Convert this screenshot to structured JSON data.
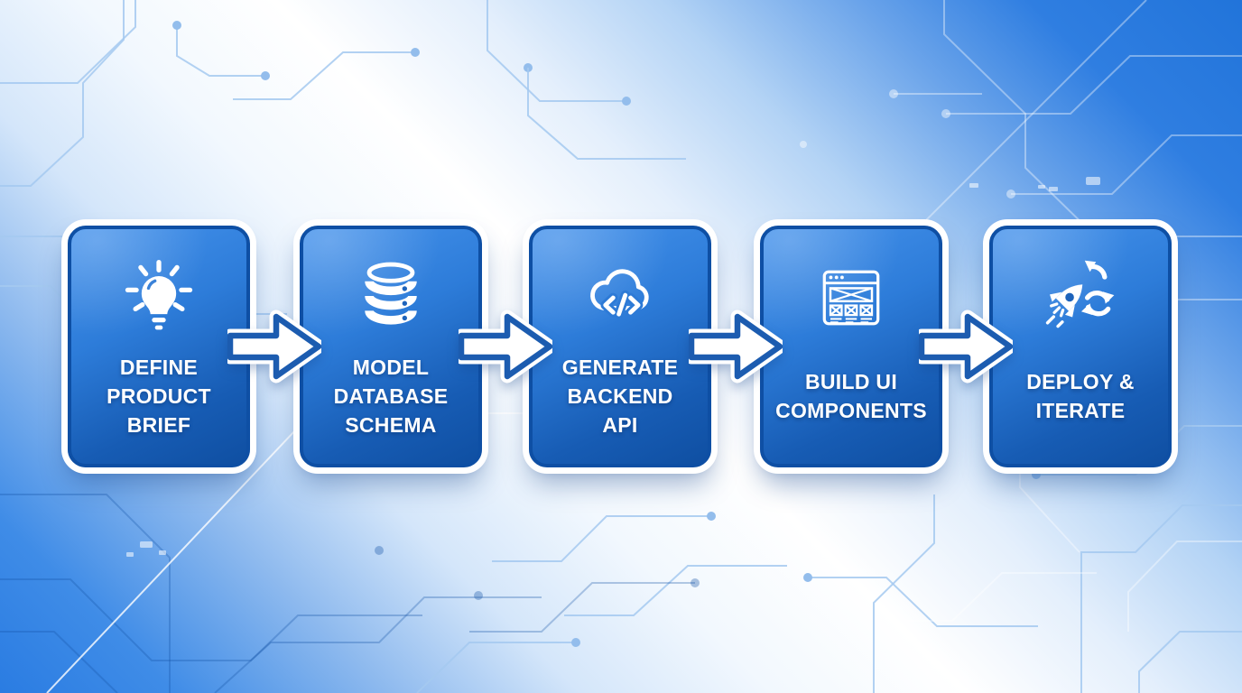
{
  "diagram": {
    "type": "process-flow",
    "direction": "left-to-right",
    "connector": "arrow-right",
    "steps": [
      {
        "label": "DEFINE\nPRODUCT\nBRIEF",
        "icon": "lightbulb-icon"
      },
      {
        "label": "MODEL\nDATABASE\nSCHEMA",
        "icon": "database-icon"
      },
      {
        "label": "GENERATE\nBACKEND\nAPI",
        "icon": "cloud-code-icon"
      },
      {
        "label": "BUILD UI\nCOMPONENTS",
        "icon": "browser-wireframe-icon"
      },
      {
        "label": "DEPLOY &\nITERATE",
        "icon": "rocket-refresh-icon"
      }
    ],
    "colors": {
      "card_gradient_top": "#4693ec",
      "card_gradient_bottom": "#0f4fa2",
      "card_inner_border": "#0e4fa4",
      "card_outer_outline": "#ffffff",
      "label_text": "#ffffff",
      "arrow_fill": "#ffffff",
      "arrow_stroke": "#1c5cb0",
      "background_corner_blue": "#2a7ce2",
      "background_center": "#ffffff",
      "circuit_trace_light_area": "#a5c9f0",
      "circuit_trace_blue_area": "rgba(255,255,255,0.38)"
    }
  }
}
